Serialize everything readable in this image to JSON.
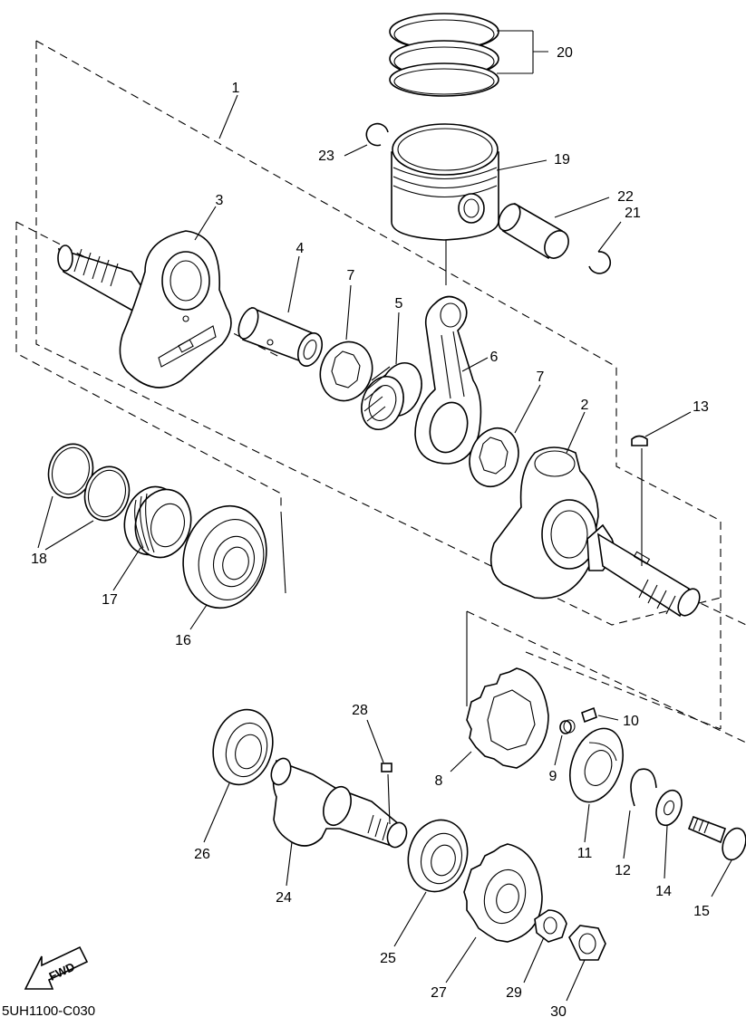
{
  "diagram_code": "5UH1100-C030",
  "fwd_label": "FWD",
  "callouts": {
    "p1": "1",
    "p2": "2",
    "p3": "3",
    "p4": "4",
    "p5": "5",
    "p6": "6",
    "p7a": "7",
    "p7b": "7",
    "p8": "8",
    "p9": "9",
    "p10": "10",
    "p11": "11",
    "p12": "12",
    "p13": "13",
    "p14": "14",
    "p15": "15",
    "p16": "16",
    "p17": "17",
    "p18": "18",
    "p19": "19",
    "p20": "20",
    "p21": "21",
    "p22": "22",
    "p23": "23",
    "p24": "24",
    "p25": "25",
    "p26": "26",
    "p27": "27",
    "p28": "28",
    "p29": "29",
    "p30": "30"
  }
}
